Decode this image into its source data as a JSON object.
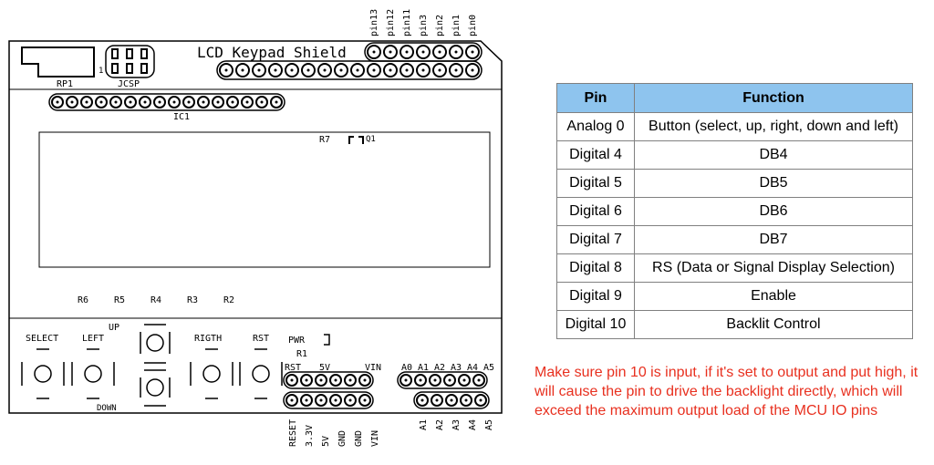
{
  "board": {
    "title": "LCD Keypad Shield",
    "labels": {
      "rp1": "RP1",
      "jcsp": "JCSP",
      "one": "1",
      "ic1": "IC1",
      "r7": "R7",
      "q1": "Q1",
      "r6": "R6",
      "r5": "R5",
      "r4": "R4",
      "r3": "R3",
      "r2": "R2",
      "select": "SELECT",
      "left": "LEFT",
      "up": "UP",
      "down": "DOWN",
      "rigth": "RIGTH",
      "rst": "RST",
      "pwr": "PWR",
      "r1": "R1"
    },
    "top_pins": [
      "pin13",
      "pin12",
      "pin11",
      "pin3",
      "pin2",
      "pin1",
      "pin0"
    ],
    "power_header_labels": [
      "RST",
      "5V",
      "VIN"
    ],
    "power_pins": [
      "RESET",
      "3.3V",
      "5V",
      "GND",
      "GND",
      "VIN"
    ],
    "analog_header_labels": [
      "A0",
      "A1",
      "A2",
      "A3",
      "A4",
      "A5"
    ],
    "analog_pins": [
      "A1",
      "A2",
      "A3",
      "A4",
      "A5"
    ]
  },
  "table": {
    "headers": [
      "Pin",
      "Function"
    ],
    "rows": [
      [
        "Analog 0",
        "Button (select, up, right, down and left)"
      ],
      [
        "Digital 4",
        "DB4"
      ],
      [
        "Digital 5",
        "DB5"
      ],
      [
        "Digital 6",
        "DB6"
      ],
      [
        "Digital 7",
        "DB7"
      ],
      [
        "Digital 8",
        "RS (Data or Signal Display Selection)"
      ],
      [
        "Digital 9",
        "Enable"
      ],
      [
        "Digital 10",
        "Backlit Control"
      ]
    ]
  },
  "note": "Make sure pin 10 is input, if it's set to output and put high, it will cause the pin to drive the backlight directly, which will exceed the maximum output load of the MCU IO pins",
  "colors": {
    "header_bg": "#8ec4ee",
    "note_text": "#e8301f",
    "table_border": "#808080"
  }
}
